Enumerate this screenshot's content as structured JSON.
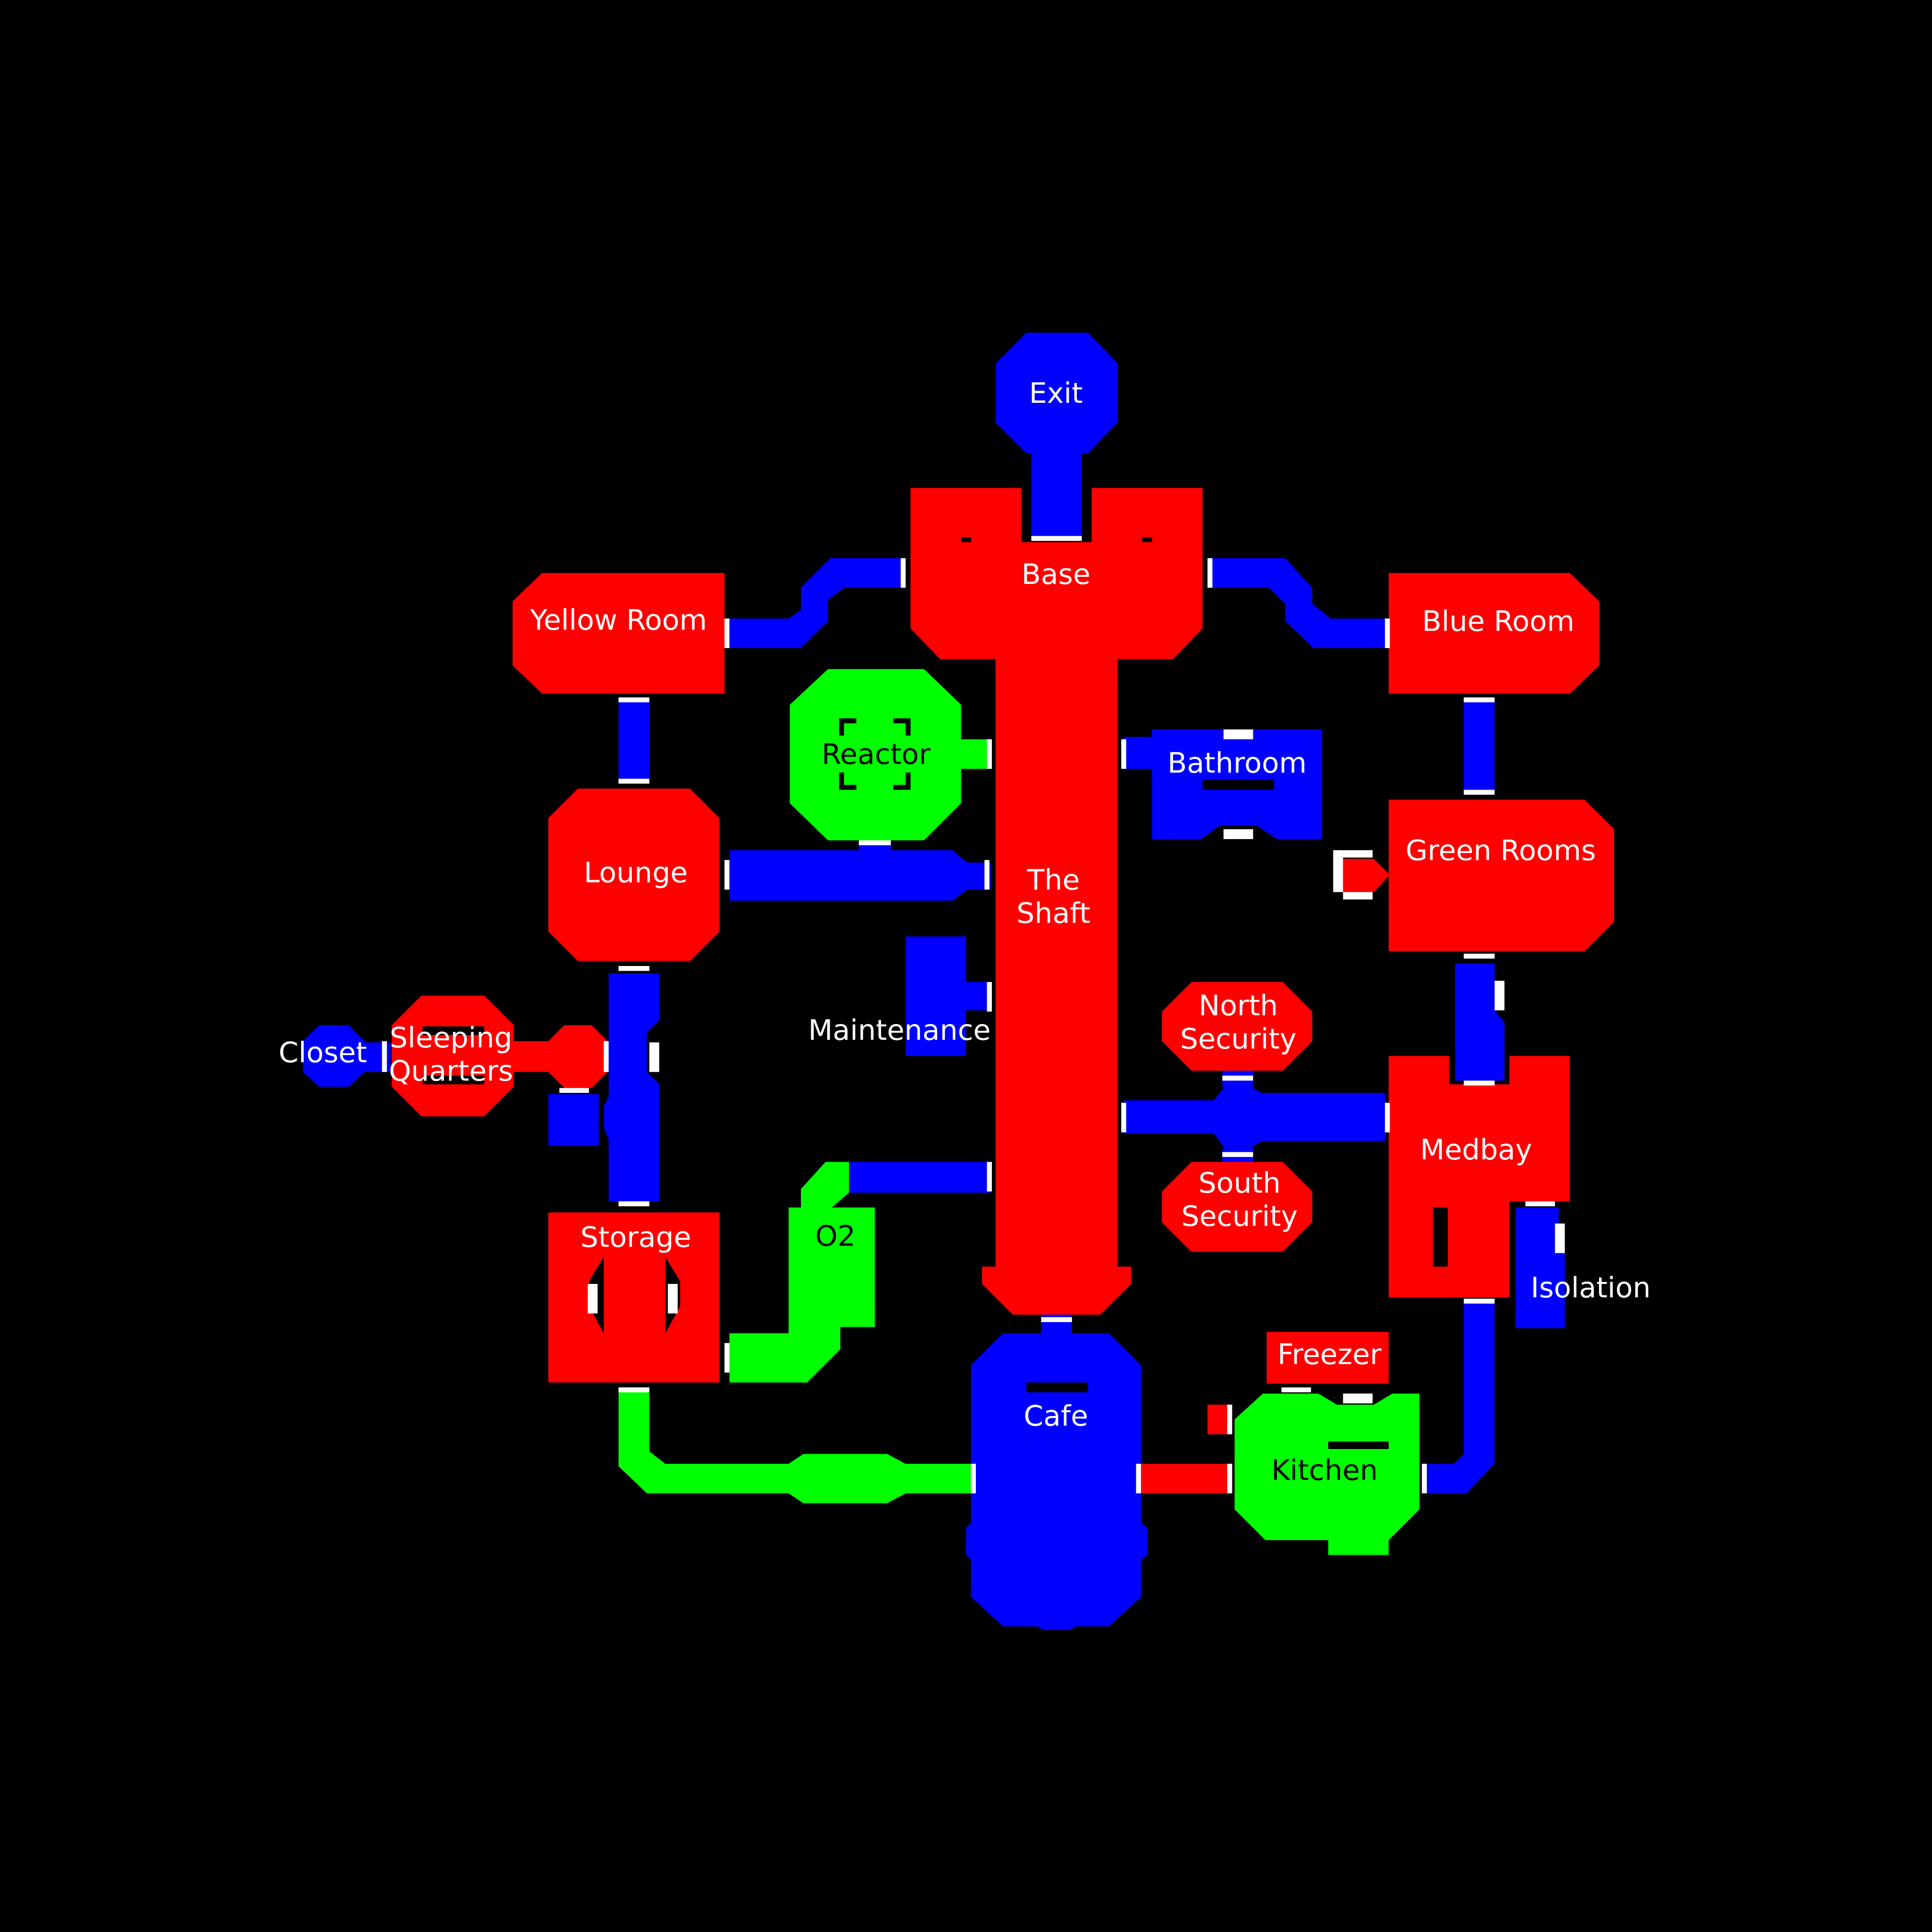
{
  "colors": {
    "red": "#ff0000",
    "blue": "#0000ff",
    "green": "#00ff00",
    "door": "#ffffff",
    "background": "#000000"
  },
  "rooms": {
    "exit": {
      "label": "Exit",
      "zone": "blue"
    },
    "base": {
      "label": "Base",
      "zone": "red"
    },
    "yellow_room": {
      "label": "Yellow Room",
      "zone": "red"
    },
    "blue_room": {
      "label": "Blue Room",
      "zone": "red"
    },
    "reactor": {
      "label": "Reactor",
      "zone": "green"
    },
    "bathroom": {
      "label": "Bathroom",
      "zone": "blue"
    },
    "the_shaft": {
      "label_line1": "The",
      "label_line2": "Shaft",
      "zone": "red"
    },
    "lounge": {
      "label": "Lounge",
      "zone": "red"
    },
    "green_rooms": {
      "label": "Green Rooms",
      "zone": "red"
    },
    "maintenance": {
      "label": "Maintenance",
      "zone": "blue"
    },
    "north_security": {
      "label_line1": "North",
      "label_line2": "Security",
      "zone": "red"
    },
    "closet": {
      "label": "Closet",
      "zone": "blue"
    },
    "sleeping_quarters": {
      "label_line1": "Sleeping",
      "label_line2": "Quarters",
      "zone": "red"
    },
    "medbay": {
      "label": "Medbay",
      "zone": "red"
    },
    "south_security": {
      "label_line1": "South",
      "label_line2": "Security",
      "zone": "red"
    },
    "storage": {
      "label": "Storage",
      "zone": "red"
    },
    "o2": {
      "label": "O2",
      "zone": "green"
    },
    "isolation": {
      "label": "Isolation",
      "zone": "blue"
    },
    "freezer": {
      "label": "Freezer",
      "zone": "red"
    },
    "cafe": {
      "label": "Cafe",
      "zone": "blue"
    },
    "kitchen": {
      "label": "Kitchen",
      "zone": "green"
    }
  }
}
